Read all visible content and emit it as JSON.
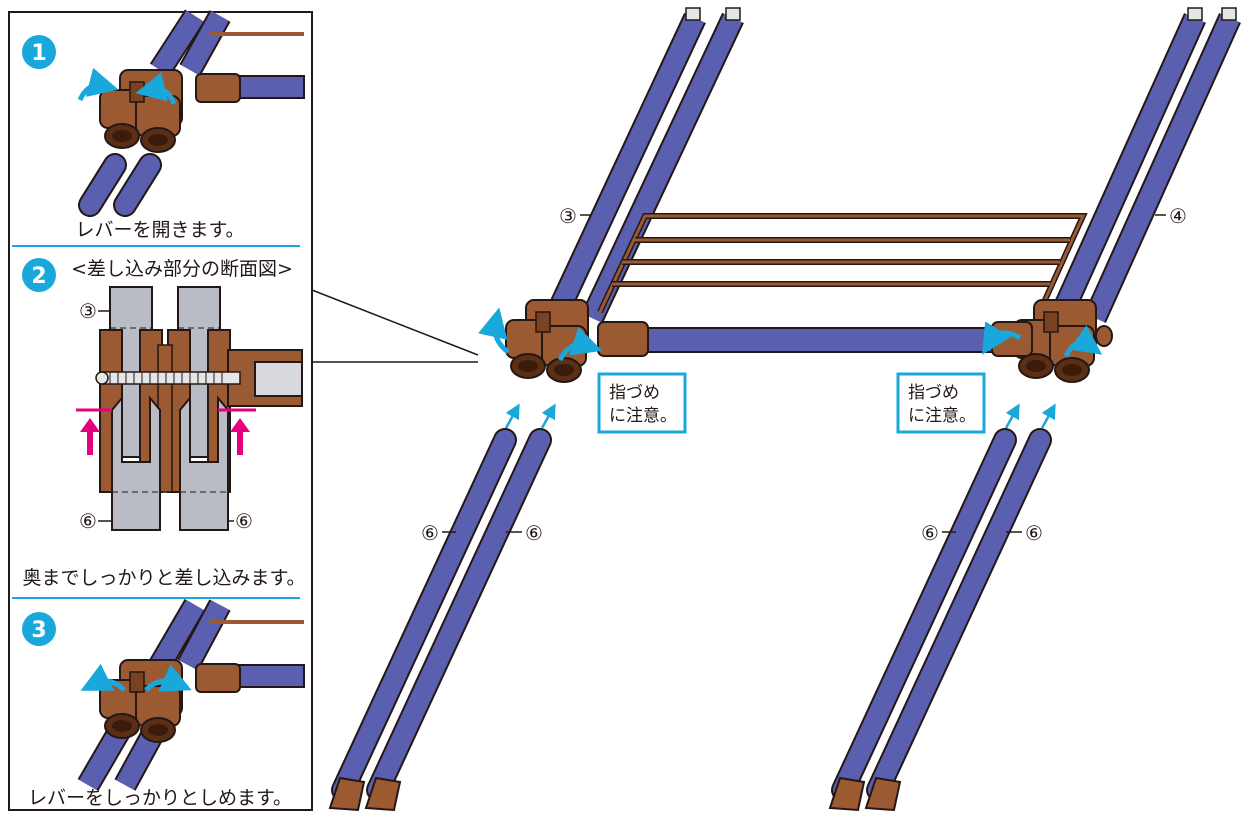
{
  "steps": [
    {
      "number": "1",
      "caption": "レバーを開きます。"
    },
    {
      "number": "2",
      "title": "<差し込み部分の断面図>",
      "caption": "奥までしっかりと差し込みます。"
    },
    {
      "number": "3",
      "caption": "レバーをしっかりとしめます。"
    }
  ],
  "part_labels": {
    "p3": "③",
    "p4": "④",
    "p6": "⑥"
  },
  "warnings": {
    "left": {
      "line1": "指づめ",
      "line2": "に注意。"
    },
    "right": {
      "line1": "指づめ",
      "line2": "に注意。"
    }
  },
  "colors": {
    "pole_blue": "#5a5fb0",
    "pole_dark": "#2b2e6e",
    "joint_brown": "#9b5a32",
    "joint_dark": "#5a2f15",
    "accent_cyan": "#1aa7dc",
    "arrow_magenta": "#e4007f",
    "section_gray": "#b9bcc4",
    "outline": "#231815"
  }
}
